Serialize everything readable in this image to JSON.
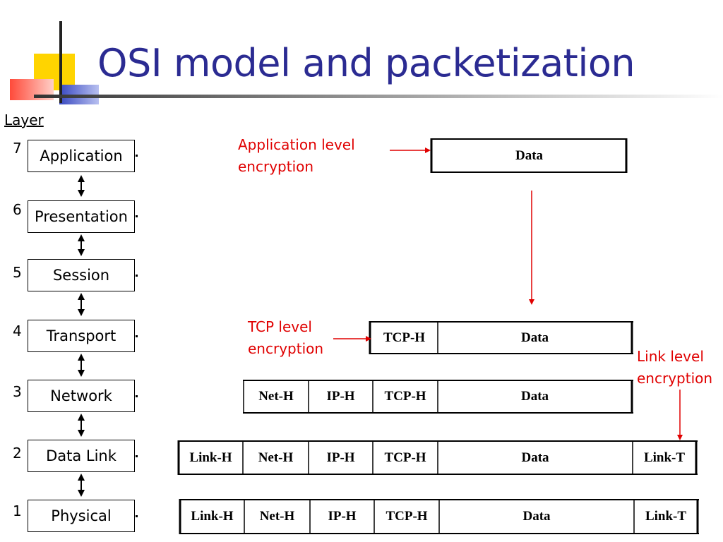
{
  "title": "OSI model and packetization",
  "layer_heading": "Layer",
  "layers": [
    {
      "num": "7",
      "name": "Application"
    },
    {
      "num": "6",
      "name": "Presentation"
    },
    {
      "num": "5",
      "name": "Session"
    },
    {
      "num": "4",
      "name": "Transport"
    },
    {
      "num": "3",
      "name": "Network"
    },
    {
      "num": "2",
      "name": "Data Link"
    },
    {
      "num": "1",
      "name": "Physical"
    }
  ],
  "annotations": {
    "application": {
      "line1": "Application level",
      "line2": "encryption"
    },
    "tcp": {
      "line1": "TCP level",
      "line2": "encryption"
    },
    "link": {
      "line1": "Link level",
      "line2": "encryption"
    }
  },
  "packets": {
    "row_app": [
      "Data"
    ],
    "row_transport": [
      "TCP-H",
      "Data"
    ],
    "row_network": [
      "Net-H",
      "IP-H",
      "TCP-H",
      "Data"
    ],
    "row_datalink": [
      "Link-H",
      "Net-H",
      "IP-H",
      "TCP-H",
      "Data",
      "Link-T"
    ],
    "row_physical": [
      "Link-H",
      "Net-H",
      "IP-H",
      "TCP-H",
      "Data",
      "Link-T"
    ]
  },
  "colors": {
    "title": "#2b2b92",
    "annotation": "#e00000",
    "accent_yellow": "#ffd400",
    "accent_red": "#ff4a3a",
    "accent_blue": "#3848c0"
  }
}
